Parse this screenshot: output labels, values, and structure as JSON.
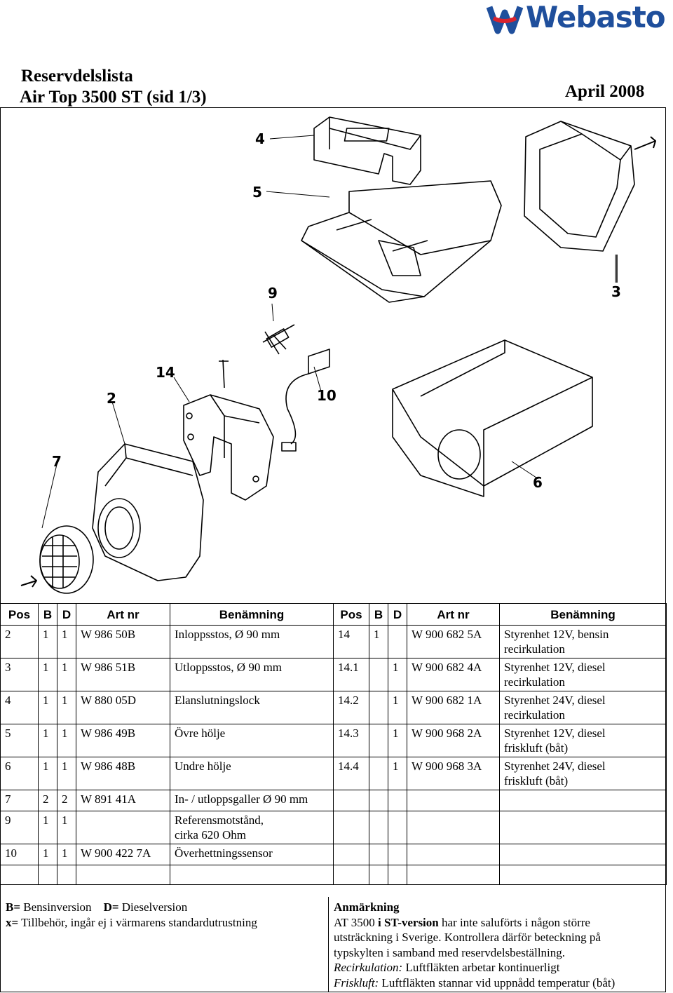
{
  "brand": {
    "name": "Webasto",
    "color": "#1f4f9c",
    "accent": "#d9232e"
  },
  "header": {
    "title_line1": "Reservdelslista",
    "title_line2": "Air Top 3500 ST (sid 1/3)",
    "date": "April 2008"
  },
  "callouts": [
    "4",
    "5",
    "3",
    "9",
    "14",
    "10",
    "2",
    "7",
    "6"
  ],
  "table": {
    "headers": [
      "Pos",
      "B",
      "D",
      "Art nr",
      "Benämning",
      "Pos",
      "B",
      "D",
      "Art nr",
      "Benämning"
    ],
    "left_rows": [
      {
        "pos": "2",
        "b": "1",
        "d": "1",
        "art": "W 986 50B",
        "name": "Inloppsstos, Ø 90 mm",
        "name2": ""
      },
      {
        "pos": "3",
        "b": "1",
        "d": "1",
        "art": "W 986 51B",
        "name": "Utloppsstos, Ø 90 mm",
        "name2": ""
      },
      {
        "pos": "4",
        "b": "1",
        "d": "1",
        "art": "W 880 05D",
        "name": "Elanslutningslock",
        "name2": ""
      },
      {
        "pos": "5",
        "b": "1",
        "d": "1",
        "art": "W 986 49B",
        "name": "Övre hölje",
        "name2": ""
      },
      {
        "pos": "6",
        "b": "1",
        "d": "1",
        "art": "W 986 48B",
        "name": "Undre hölje",
        "name2": ""
      },
      {
        "pos": "7",
        "b": "2",
        "d": "2",
        "art": "W 891 41A",
        "name": "In- / utloppsgaller Ø 90 mm",
        "name2": ""
      },
      {
        "pos": "9",
        "b": "1",
        "d": "1",
        "art": "",
        "name": "Referensmotstånd,",
        "name2": "cirka 620 Ohm"
      },
      {
        "pos": "10",
        "b": "1",
        "d": "1",
        "art": "W 900 422 7A",
        "name": "Överhettningssensor",
        "name2": ""
      }
    ],
    "right_rows": [
      {
        "pos": "14",
        "b": "1",
        "d": "",
        "art": "W 900 682 5A",
        "name": "Styrenhet 12V, bensin",
        "name2": "recirkulation"
      },
      {
        "pos": "14.1",
        "b": "",
        "d": "1",
        "art": "W 900 682 4A",
        "name": "Styrenhet 12V, diesel",
        "name2": "recirkulation"
      },
      {
        "pos": "14.2",
        "b": "",
        "d": "1",
        "art": "W 900 682 1A",
        "name": "Styrenhet 24V, diesel",
        "name2": "recirkulation"
      },
      {
        "pos": "14.3",
        "b": "",
        "d": "1",
        "art": "W 900 968 2A",
        "name": "Styrenhet 12V, diesel",
        "name2": "friskluft (båt)"
      },
      {
        "pos": "14.4",
        "b": "",
        "d": "1",
        "art": "W 900 968 3A",
        "name": "Styrenhet 24V, diesel",
        "name2": "friskluft (båt)"
      }
    ]
  },
  "legend": {
    "b_key": "B=",
    "b_text": " Bensinversion",
    "d_key": "D=",
    "d_text": " Dieselversion",
    "x_key": "x=",
    "x_text": " Tillbehör, ingår ej i värmarens standardutrustning"
  },
  "remark": {
    "heading": "Anmärkning",
    "l1a": "AT 3500 ",
    "l1b": "i ST-version",
    "l1c": " har inte saluförts i någon större",
    "l2": "utsträckning i Sverige. Kontrollera därför beteckning på",
    "l3": "typskylten i samband med reservdelsbeställning.",
    "l4_label": "Recirkulation:",
    "l4_text": " Luftfläkten arbetar kontinuerligt",
    "l5_label": "Friskluft:",
    "l5_text": " Luftfläkten stannar vid uppnådd temperatur (båt)"
  }
}
